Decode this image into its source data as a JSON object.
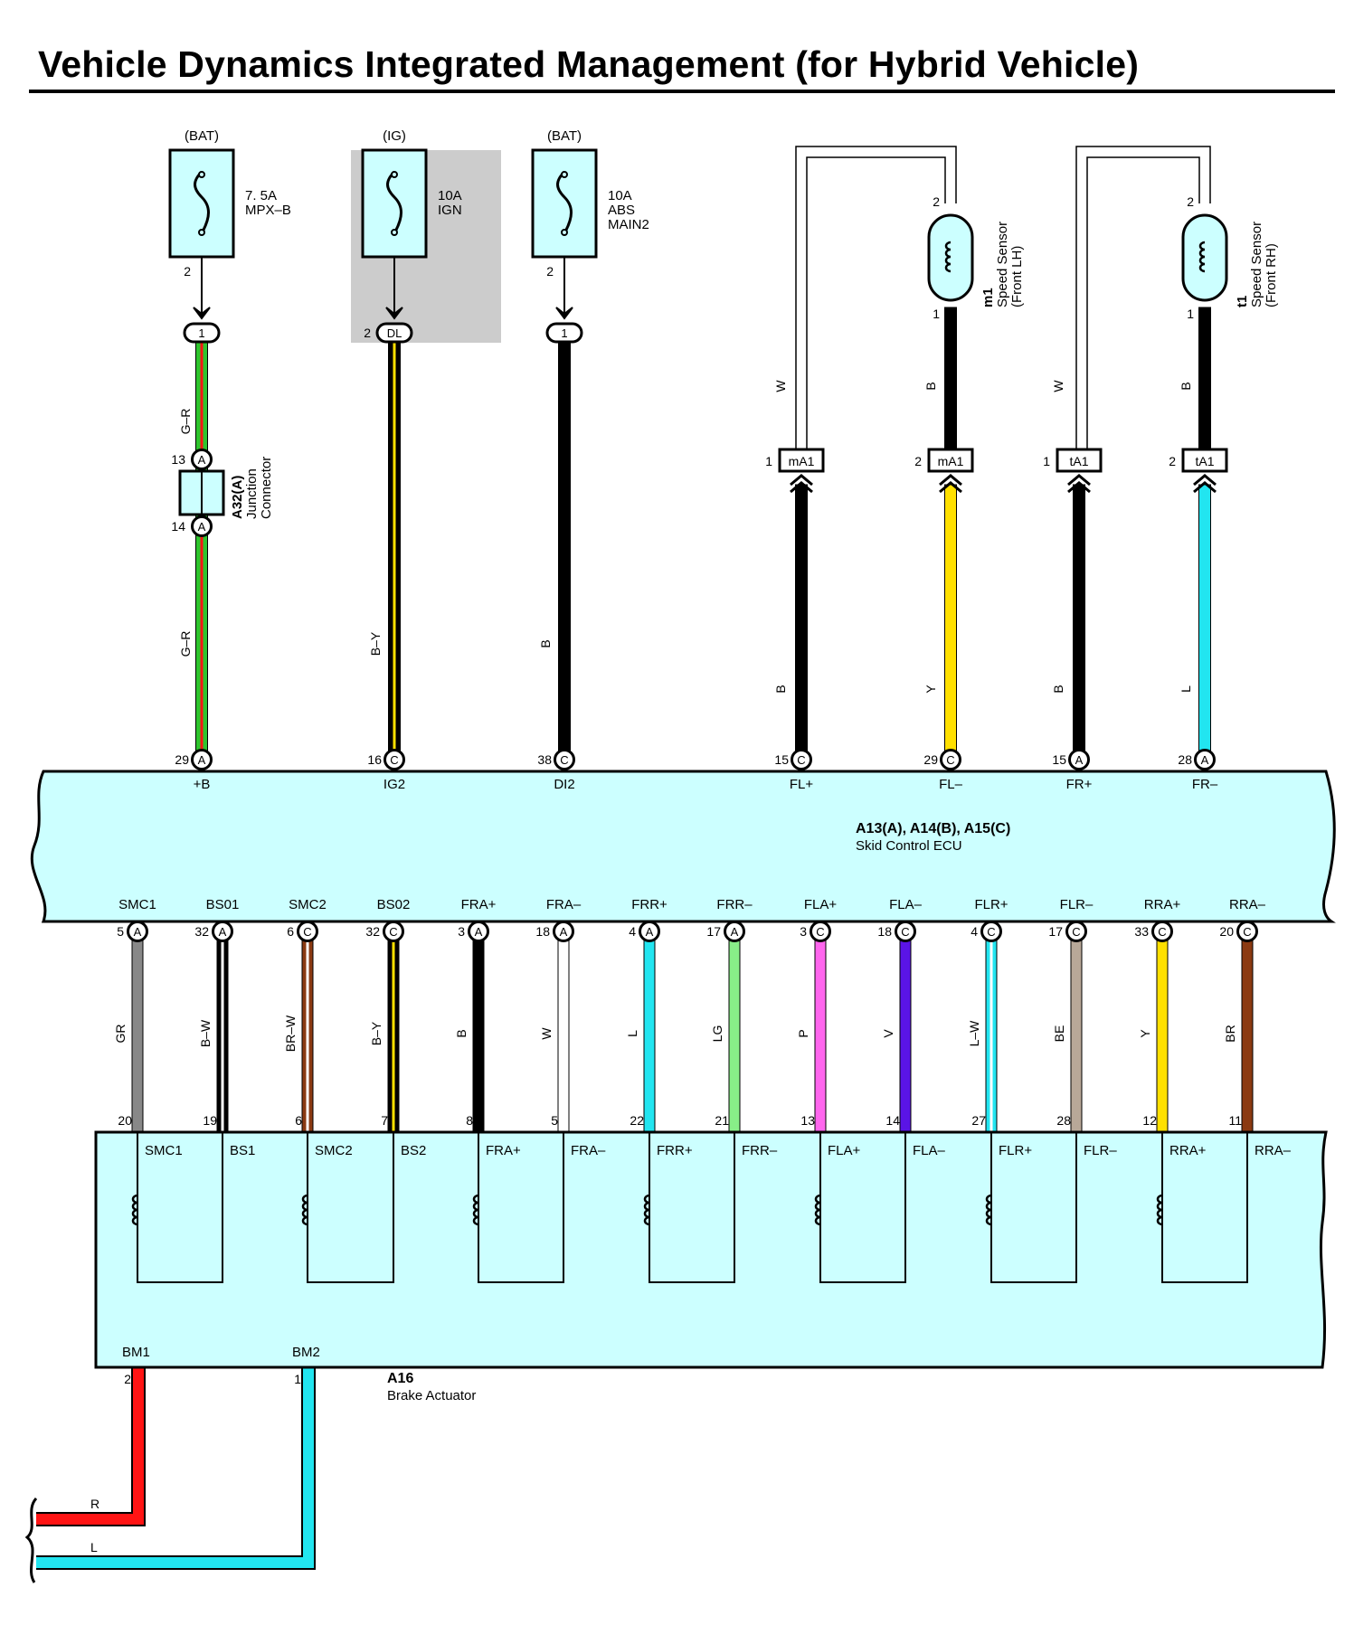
{
  "title": "Vehicle Dynamics Integrated Management (for Hybrid Vehicle)",
  "fuses": [
    {
      "source": "(BAT)",
      "lines": [
        "7. 5A",
        "MPX–B"
      ],
      "out_pin": "2",
      "shaded": false
    },
    {
      "source": "(IG)",
      "lines": [
        "10A",
        "IGN"
      ],
      "out_pin": "",
      "shaded": true
    },
    {
      "source": "(BAT)",
      "lines": [
        "10A",
        "ABS",
        "MAIN2"
      ],
      "out_pin": "2",
      "shaded": false
    }
  ],
  "connectors": {
    "c1": "1",
    "c2": "DL",
    "c2_pin": "2",
    "c3": "1",
    "junction_pin_top": "13",
    "junction_pin_bottom": "14",
    "junction_letter": "A",
    "junction_code": "A32(A)",
    "junction_name": [
      "Junction",
      "Connector"
    ]
  },
  "sensors": [
    {
      "code": "m1",
      "name": [
        "Speed Sensor",
        "(Front LH)"
      ],
      "pin_top": "2",
      "pin_bottom": "1",
      "connector": "mA1"
    },
    {
      "code": "t1",
      "name": [
        "Speed Sensor",
        "(Front RH)"
      ],
      "pin_top": "2",
      "pin_bottom": "1",
      "connector": "tA1"
    }
  ],
  "sensor_conn_pins": [
    "1",
    "2",
    "1",
    "2"
  ],
  "wire_labels_top": [
    "G–R",
    "G–R",
    "B–Y",
    "B",
    "W",
    "B",
    "W",
    "B",
    "B",
    "Y",
    "B",
    "L"
  ],
  "ecu": {
    "code": "A13(A), A14(B), A15(C)",
    "name": "Skid Control ECU",
    "top_terminals": [
      {
        "pin": "29",
        "conn": "A",
        "label": "+B"
      },
      {
        "pin": "16",
        "conn": "C",
        "label": "IG2"
      },
      {
        "pin": "38",
        "conn": "C",
        "label": "DI2"
      },
      {
        "pin": "15",
        "conn": "C",
        "label": "FL+"
      },
      {
        "pin": "29",
        "conn": "C",
        "label": "FL–"
      },
      {
        "pin": "15",
        "conn": "A",
        "label": "FR+"
      },
      {
        "pin": "28",
        "conn": "A",
        "label": "FR–"
      }
    ],
    "bottom_terminals": [
      {
        "label": "SMC1",
        "pin": "5",
        "conn": "A"
      },
      {
        "label": "BS01",
        "pin": "32",
        "conn": "A"
      },
      {
        "label": "SMC2",
        "pin": "6",
        "conn": "C"
      },
      {
        "label": "BS02",
        "pin": "32",
        "conn": "C"
      },
      {
        "label": "FRA+",
        "pin": "3",
        "conn": "A"
      },
      {
        "label": "FRA–",
        "pin": "18",
        "conn": "A"
      },
      {
        "label": "FRR+",
        "pin": "4",
        "conn": "A"
      },
      {
        "label": "FRR–",
        "pin": "17",
        "conn": "A"
      },
      {
        "label": "FLA+",
        "pin": "3",
        "conn": "C"
      },
      {
        "label": "FLA–",
        "pin": "18",
        "conn": "C"
      },
      {
        "label": "FLR+",
        "pin": "4",
        "conn": "C"
      },
      {
        "label": "FLR–",
        "pin": "17",
        "conn": "C"
      },
      {
        "label": "RRA+",
        "pin": "33",
        "conn": "C"
      },
      {
        "label": "RRA–",
        "pin": "20",
        "conn": "C"
      }
    ]
  },
  "mid_wires": [
    {
      "color_label": "GR",
      "color": "#888888",
      "stripe": ""
    },
    {
      "color_label": "B–W",
      "color": "#000000",
      "stripe": "#ffffff"
    },
    {
      "color_label": "BR–W",
      "color": "#8b3a12",
      "stripe": "#ffffff"
    },
    {
      "color_label": "B–Y",
      "color": "#000000",
      "stripe": "#ffe000"
    },
    {
      "color_label": "B",
      "color": "#000000",
      "stripe": ""
    },
    {
      "color_label": "W",
      "color": "#ffffff",
      "stripe": ""
    },
    {
      "color_label": "L",
      "color": "#22e5f0",
      "stripe": ""
    },
    {
      "color_label": "LG",
      "color": "#88ee88",
      "stripe": ""
    },
    {
      "color_label": "P",
      "color": "#ff66ee",
      "stripe": ""
    },
    {
      "color_label": "V",
      "color": "#5a14e6",
      "stripe": ""
    },
    {
      "color_label": "L–W",
      "color": "#22e5f0",
      "stripe": "#ffffff"
    },
    {
      "color_label": "BE",
      "color": "#b8a898",
      "stripe": ""
    },
    {
      "color_label": "Y",
      "color": "#ffe000",
      "stripe": ""
    },
    {
      "color_label": "BR",
      "color": "#8b3a12",
      "stripe": ""
    }
  ],
  "actuator": {
    "code": "A16",
    "name": "Brake Actuator",
    "pins": [
      "20",
      "19",
      "6",
      "7",
      "8",
      "5",
      "22",
      "21",
      "13",
      "14",
      "27",
      "28",
      "12",
      "11"
    ],
    "coil_labels": [
      "SMC1",
      "BS1",
      "SMC2",
      "BS2",
      "FRA+",
      "FRA–",
      "FRR+",
      "FRR–",
      "FLA+",
      "FLA–",
      "FLR+",
      "FLR–",
      "RRA+",
      "RRA–"
    ],
    "bm1": "BM1",
    "bm1_pin": "2",
    "bm2": "BM2",
    "bm2_pin": "1"
  },
  "ground_labels": [
    "R",
    "L"
  ],
  "colors": {
    "panel": "#ccffff",
    "shade": "#cccccc",
    "red": "#ff1414",
    "cyan": "#22e5f0",
    "green": "#2ec52e",
    "yellow": "#ffe000"
  }
}
